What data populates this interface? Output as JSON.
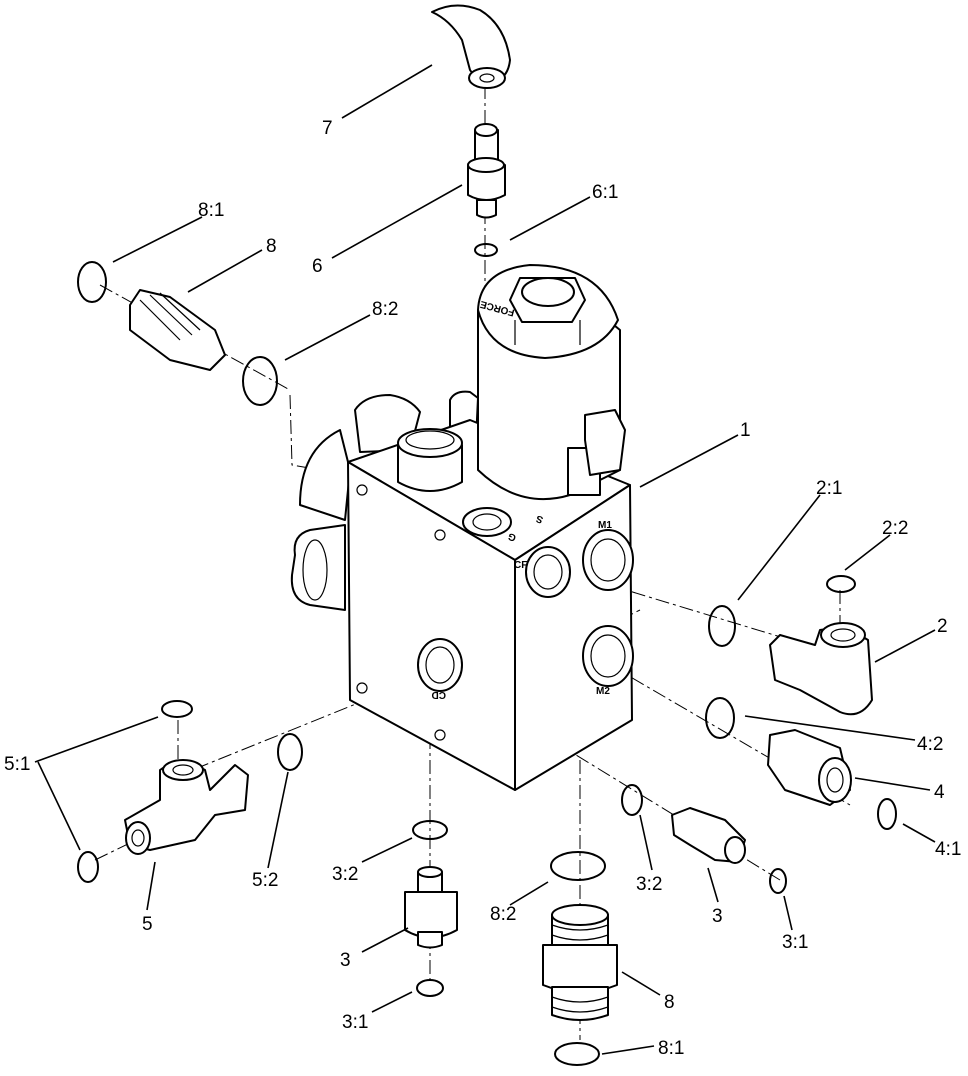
{
  "callouts": {
    "c7": "7",
    "c6": "6",
    "c6_1": "6:1",
    "c8_1_top": "8:1",
    "c8_top": "8",
    "c8_2_top": "8:2",
    "c1": "1",
    "c2_1": "2:1",
    "c2_2": "2:2",
    "c2": "2",
    "c4_2": "4:2",
    "c4": "4",
    "c4_1": "4:1",
    "c5_1": "5:1",
    "c5": "5",
    "c5_2": "5:2",
    "c3_2_left": "3:2",
    "c3_left": "3",
    "c3_1_left": "3:1",
    "c8_2_bottom": "8:2",
    "c8_bottom": "8",
    "c8_1_bottom": "8:1",
    "c3_2_right": "3:2",
    "c3_right": "3",
    "c3_1_right": "3:1"
  },
  "port_labels": {
    "m1": "M1",
    "m2": "M2",
    "cf": "CF",
    "cd": "CD",
    "s": "S",
    "g": "G",
    "force": "FORCE"
  }
}
